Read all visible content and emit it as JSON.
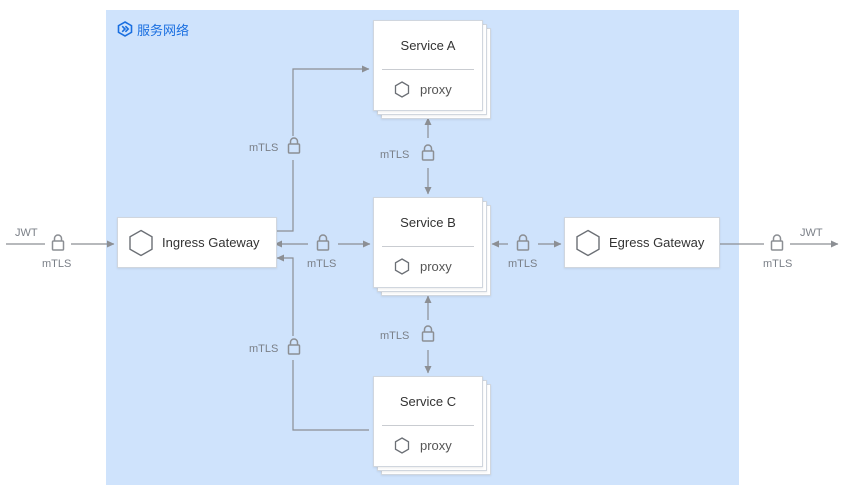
{
  "mesh": {
    "title": "服务网络"
  },
  "ingress": {
    "label": "Ingress Gateway"
  },
  "egress": {
    "label": "Egress Gateway"
  },
  "services": [
    {
      "name": "Service A",
      "proxy": "proxy"
    },
    {
      "name": "Service B",
      "proxy": "proxy"
    },
    {
      "name": "Service C",
      "proxy": "proxy"
    }
  ],
  "labels": {
    "jwt_in": "JWT",
    "jwt_out": "JWT",
    "mtls": "mTLS"
  },
  "colors": {
    "mesh_bg": "#cfe3fc",
    "accent": "#1a6fe0",
    "line": "#8c8f94"
  }
}
